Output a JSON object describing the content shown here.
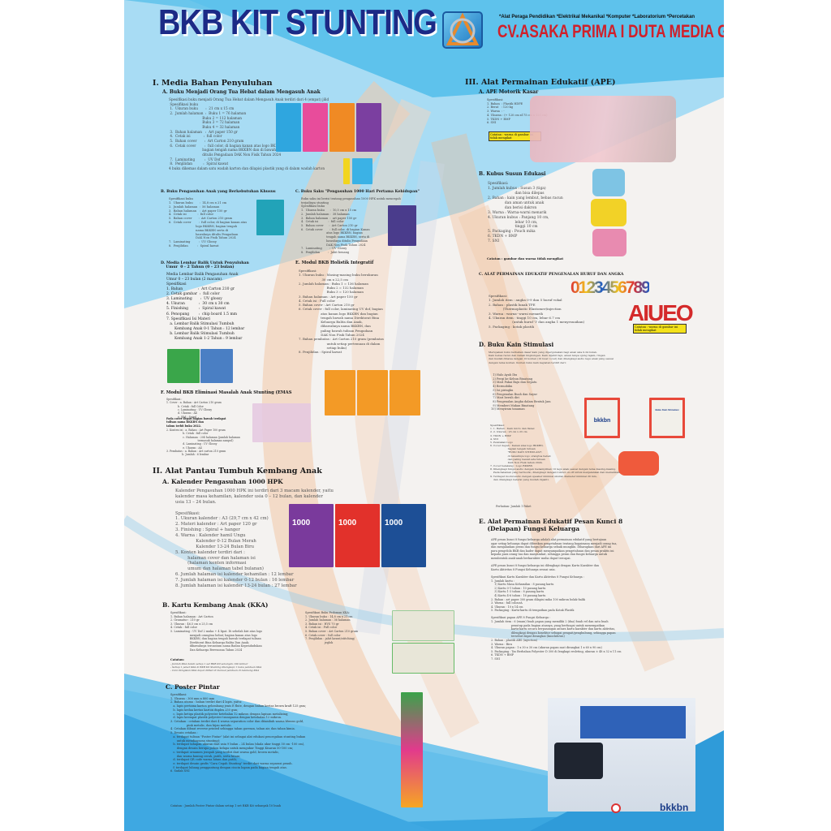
{
  "header": {
    "title": "BKB KIT STUNTING",
    "tagline": "*Alat Peraga Pendidikan *Elektrikal Mekanikal *Komputer *Laboratorium *Percetakan",
    "company": "CV.ASAKA PRIMA I DUTA MEDIA GROUP"
  },
  "s1": {
    "heading": "I. Media Bahan Penyuluhan",
    "a": {
      "heading": "A. Buku Menjadi Orang Tua Hebat dalam Mengasuh Anak",
      "body": "Spesifikasi buku menjadi Orang Tua Hebat dalam Mengasuh Anak terdiri dari 4 (empat) jilid\n Spesifikasi buku\n 1.  Ukuran buku       :  21 cm x 15 cm\n 2.  Jumlah halaman  :  Buku 1 = 76 halaman\n                               Buku 2 = 112 halaman\n                               Buku 3 = 72 halaman\n                               Buku 4 = 32 halaman\n 3.  Bahan halaman   :  Art paper 150 gr\n 4.  Cetak isi            :  full color\n 5.  Bahan cover       :  Art Carton 210 gram\n 6.  Cetak cover        :  full color, di bagian kanan atas logo BKKBN,\n                               bagian tengah nama BKKBN dan di bawahnya\n                               ditulis Pengadaan DAK Non Fisik Tahun 2024\n 7.  Laminating         :  UV Dof\n 8.  Penjilidan          :  Spiral kawat\n4 buku dikemas dalam satu wadah karton dan dilapisi plastik yang di dalam wadah karton"
    },
    "b": {
      "heading": "B. Buku Pengasuhan Anak yang Berkebutuhan Khusus",
      "body": "Spesifikasi buku\n1.  Ukuran buku       :  14,8 cm x 21 cm\n2.  Jumlah halaman  :  56 halaman\n3.  Bahan halaman   :  Art paper 150 gr\n4.  Cetak isi            :  full color\n5.  Bahan cover       :  Art Carton 210 gram\n6.  Cetak cover        :  full color, di bagian kanan atas\n                             logo BKKBN, bagian tengah\n                             nama BKKBN serta di\n                             bawahnya ditulis Pengadaan\n                             DAK Non Fisik Tahun 2024\n7.  Laminating         :  UV Glossy\n8.  Penjilidan          :  Spiral kawat"
    },
    "c": {
      "heading": "C. Buku Saku \"Pengasuhan 1000 Hari Pertama Kehidupan\"",
      "body": "Buku saku ini berisi tentang pengasuhan 1000 HPK untuk mencegah\nterjadinya stunting\nSpesifikasi buku\n1.  Ukuran buku      :  10,5 cm x 15 cm\n2.  Jumlah halaman :  38 halaman\n3.  Bahan halaman  :  art paper 150 gr\n4.  Cetak isi           :  full color\n5.  Bahan cover      :  Art Carton 210 gr\n6.  Cetak cover       :  full color, di bagian Kanan\n                            atas logo BKKBN, bagian\n                            tengah nama BKKBN, serta di\n                            bawahnya ditulis Pengadaan\n                            DAK Non Fisik Tahun 2024\n7.  Laminating        :  UV Glossy\n8.  Penjilidan         :  Jahit benang"
    },
    "d": {
      "heading": "D. Media Lembar Balik Untuk Penyuluhan\n    Umur  0 - 2 Tahun (0 – 23 bulan)",
      "body": "Media Lembar Balik Pengasuhan Anak\nUmur 0 – 23 bulan (2 macam).\nSpesifikasi\n1. Bahan             :  Art Carton 210 gr\n2. Cetak gambar  :  full color\n3. Laminating       :  UV glossy\n4. Ukuran            :  30 cm x 30 cm\n5. Finishing         :  Spiral kawat\n6. Penopang        :  chip board 1.5 mm\n7. Spesifikasi Isi Materi\n   a. Lembar Balik Stimulasi Tumbuh\n       Kembang Anak 0-1 Tahun : 12 lembar\n   b. Lembar Balik Stimulasi Tumbuh\n       Kembang Anak 1-2 Tahun : 9 lembar"
    },
    "e": {
      "heading": "E. Modul BKB Holistik Integratif",
      "body": "Spesifikasi:\n1. Ukuran buku : Masing-masing buku berukuran\n                       30 cm x 22,5 cm\n2. Jumlah halaman : Buku 1 = 136 halaman\n                            Buku 2 = 132 halaman\n                            Buku 3 = 120 halaman\n3. Bahan halaman : Art paper 150 gr\n4. Cetak isi : Full color\n5. Bahan cover : Art Carton 210 gr\n6. Cetak cover : full color, laminating UV dof, bagian\n                      atas kanan logo BKKBN dan bagian\n                      tengah bawah nama Direktorat Bina\n                      Keluarga Balita dan Anak,\n                      dibawahnya nama BKKBN, dan\n                      paling bawah tulisan Pengadaan\n                      DAK Non Fisik Tahun 2024\n7. Bahan pembatas : Art Carton 210 gram (pembatas\n                            untuk setiap pertemuan di dalam\n                            setiap buku)\n8. Penjilidan : Spiral kawat"
    },
    "f": {
      "heading": "F. Modul BKB Eliminasi Masalah Anak Stunting (EMAS",
      "body": "Spesifikasi :\n1. Cover : a. Bahan : Art Carton 210 gram\n              b. Cetak : full Color\n              c. Laminating : UV Glossy\n              d. Ukuran : A4\n              e. Jilid : Spiral",
      "bold": "Pada cover depan bagian bawah terdapat\ntulisan nama BKKBN dan\ntahun terbit buku 2022.",
      "body2": "2. Konten isi : a. Bahan : Art Paper 100 gram\n                    b. Cetak : full color\n                    c. Halaman : 204 halaman (jumlah halaman\n                                      termasuk halaman sampul)\n                    d. Laminating : UV Glossy\n                    e. Ukuran : A4\n3. Pembatas : a. Bahan : Art carton 210 gram\n                   b. Jumlah : 6 lembar"
    }
  },
  "s2": {
    "heading": "II. Alat Pantau Tumbuh Kembang Anak",
    "a": {
      "heading": "A.  Kalender  Pengasuhan  1000  HPK",
      "body": "Kalender Pengasuhan 1000 HPK ini terdiri dari 3 macam kalender, yaitu\nkalender masa kehamilan, kalender usia 0 – 12 bulan, dan kalender\nusia 13 – 24 bulan.\n\nSpesifikasi:\n1. Ukuran kalender : A3 (29,7 cm x 42 cm)\n2. Materi kalender : Art paper 120 gr\n3. Finishing : Spiral + hanger\n4. Warna : Kalender hamil Ungu\n               Kalender 0-12 Bulan Merah\n               Kalender 13-24 Bulan Biru\n5. Konten kalender terdiri dari :\n         halaman cover dan halaman isi\n         (halaman konten informasi\n         umum dan halaman tabel bulanan)\n6. Jumlah halaman isi kalender kehamilan : 12 lembar\n7. Jumlah halaman isi kalender 0-12 bulan : 16 lembar\n8. Jumlah halaman isi kalender 13-24 bulan : 27 lembar",
      "cal_label": "1000"
    },
    "b": {
      "heading": "B. Kartu Kembang Anak (KKA)",
      "body": "Spesifikasi:\n1. Bahan halaman : Art Carton\n2. Gramatur : 210 gr\n3. Ukuran : 46,5 cm x 25,5 cm\n4. Cetak : full color\n5. Laminating : UV Dof 2 muka + 4 lipat. Di sebelah kiri atas logo\n                      menjadi orangtua hebat; bagian kanan atas logo\n                      BKKBN, dan bagian tengah bawah terdapat tulisan\n                      Direktorat Bina Keluarga Balita Dan Anak;\n                      dibawahnya tercantum nama Badan Kependudukan\n                      Dan Keluarga Berencana Tahun 2024",
      "note_title": "Catatan:",
      "notes": "- Jumlah KKA dalam setiap 1 set BKB Kit sebanyak 100 lembar\n- Setiap 1 paket KKA di BKB Kit Stunting dilengkapi 1 buku panduan KKA\n- Cara Pengisian KKA dapat dilihat di manual panduan di belakang KKA",
      "body2": "Spesifikasi Buku Pedoman KKA:\n1. Ukuran buku : 14,8 cm x 21 cm\n2. Jumlah halaman : 36 halaman\n3. Bahan isi : HVS 70 gr\n4. Cetak isi : Full color\n5. Bahan cover : Art Carton 210 gram\n6. Cetak cover : full color\n7. Penjilidan : jahit kawat/stitching/\n                      jeglok"
    },
    "c": {
      "heading": "C. Poster Pintar",
      "body": "Spesifikasi:\n1. Ukuran : 300 mm x 800 mm\n2. Bahan utama : bahan terdiri dari 4 lapis, yaitu:\n   a. lapis pertama karton gelombang jenis E flute, dengan bahan kertas brown kraft 125 gsm;\n   b. lapis kedua kertas karton duplex 250 gsm;\n   c. lapis ketiga plastik polyester ketebalan 12 mikron dengan lapisan metalizing;\n   d. lapis keempat plastik polyester transparan dengan ketebalan 12 mikron.\n3. Cetakan : cetakan terdiri dari 4 warna separation color dan ditambah warna khusus gold,\n                  pink metalic, dan hijau metalic.\n4. Cetakan dibuat reverse printed sehingga tahan goresan, tahan air, dan tahan kimia.\n5. Desain cetakan :\n   a. terdapat tulisan \"Poster Pintar\" (alat ini sebagai alat edukasi pencegahan stunting bukan\n       untuk mendiagnosa stunting);\n   b. terdapat tahapan ukuran dari usia 9 bulan – 24 bulan (skala ukur tinggi 50 cm -100 cm),\n       dengan desain berupa pohon kelapa untuk mengukur Tinggi Kisaran 50-100 cm;\n   c. terdapat ornamen jerapah yang terdiri dari warna gold, brown metalic,\n       dan warna kuning cerah, putih, serta hitam;\n   d. terdapat QR code warna hitam dan putih;\n   e. terdapat desain grafis \"Cara Cegah Stunting\" terdiri dari warna separasi penuh.\n   f. terdapat lubang penggantung dengan cincin logam pada bagian tengah atas.\n6. Sudah SNI",
      "note": "Catatan : Jumlah Poster Pintar dalam setiap 1 set BKB Kit sebanyak 10 buah"
    }
  },
  "s3": {
    "heading": "III. Alat Permainan Edukatif (APE)",
    "a": {
      "heading": "A. APE Motorik Kasar",
      "body": "Spesifikasi:\n1. Bahan  : Plastik HDPE\n2. Berat   : 120 kg\n3. Warna  : -\n4. Ukuran : (+ 120 cm x175 cm x 125 cm)\n5. TKDN + BMP\n6. SNI",
      "note": "Catatan : warna di gambar ini tidak mengikat"
    },
    "b": {
      "heading": "B. Kubus Susun Edukasi",
      "body": "Spesifikasi:\n1. Jumlah kubus : Susun 3 (tiga)\n                        dan bisa dilepas\n2. Bahan : kain yang lembut, bebas racun\n               dan aman untuk anak\n               dan berisi dakron\n3. Warna : Warna-warni menarik\n4. Ukuran kubus : Panjang 10 cm,\n                        lebar 10 cm,\n                        tinggi 10 cm\n5. Packaging : Pouch mika\n6. TKDN + BMP\n7. SNI",
      "note": "Catatan : gambar dan warna tidak mengikat"
    },
    "c": {
      "heading": "C. ALAT PERMAINAN EDUKATIF PENGENALAN HURUF DAN ANGKA",
      "digits": "0123456789",
      "vowels": "AIUEO",
      "body": "Spesifikasi:\n1. Jumlah item : angka 0-9 dan 5 huruf vokal\n2. Bahan : plastik lunak TPE\n              (Thermoplastic Elastomer)injection\n3. Warna : warna- warni menarik\n4. Ukuran item : tinggi 10 cm, lebar 6.7 cm\n                       (untuk huruf 'I' dan angka 1 menyesuaikan)\n5. Packaging : kotak plastik",
      "note": "Catatan : warna di gambar ini tidak mengikat"
    },
    "d": {
      "heading": "D. Buku Kain Stimulasi",
      "intro": "Merupakan buku berbahan dasar kain yang dipergunakan bagi anak usia 0-24 bulan.\nKain bebas racun dan ramah lingkungan. Kain dijahit rapi, aman tanpa ujung tajam, ringan\ndan mudah dibawa dengan 10 konten (10 buar cover) dan dilengkapi audio lagu anak yang sesuai\ndengan tema konten. Konten buku kain kegiatan terdiri dari:",
      "list": "  1) Halo Ayah Ibu\n  2) Pergi ke Kebun Binatang\n  3) Mari Pakai Baju dan Sepatu\n  4) Bermobiku\n  5) Isi piringku\n  6) Pengenalan Buah dan Sayur\n  7) Mari bersih diri\n  8) Pengenalan Angka dalam Bentuk Jam\n  9) Memberi Makan Binatang\n10) Menyiram tanaman",
      "body": "Spesifikasi:\n1. 1. Bahan : Kain micro dan flanel\n2. 2. Ukuran : 23 cm x 23 cm\n3. TKDN + BMP\n4. SNI\n5. Peletakan Logo\n6. Cover depan : Kanan atas logo BKKBN,\n                      bagian tengah tulisan\n                      \"BUKU KAIN STIMULASI\";\n                      di bawahnya logo orangtua hebat;\n                      dan paling bawah ada tulisan\n                      DAK Non Fisik tahun 2024.\n7. Cover belakang : Logo BKKBN\n8. Dilengkapi fungsi audio dengan menampilkan 10 lagu anak sesuai dengan tema masing-masing.\n    Pada halaman yang bermodio, dilengkapi dengan tombol on-off untuk menjalankan dan mematikan audio.\n9. Terdapat modul audio dengan speaker minimal ukuran diameter minimal 20 mm,\n    dan dilengkapi baterai yang mudah diganti.",
      "note": "Perhatian: Jumlah 1 Paket",
      "bag_logo": "bkkbn",
      "bag_title": "Buku Kain Stimulasi"
    },
    "e": {
      "heading": "E. Alat Permainan Edukatif Pesan Kunci 8\n    (Delapan) Fungsi Keluarga",
      "body": "APE pesan kunci 8 fungsi keluarga adalah alat permainan edukatif yang bertujuan\nagar setiap keluarga dapat diberikan pengetahuan tentang bagaimana menjadi orang tua,\ndan menjalankan peran dan fungsi keluarga sebaik mungkin. Diharapkan dari APE ini\npara pengelola BKB dan kader dapat menyampaikan pengetahuan dan pesan praktis ini\nkepada para orang tua dan masyarakat, sehingga peran dan fungsi keluarga untuk\nmembentuk anak-anak berkarakter mulia dapat tercapai.\n\nAPE pesan kunci 8 fungsi keluarga ini dilengkapi dengan Kartu Karakter dan\nKartu Aktivitas 8 Fungsi Keluarga sesuai usia.\n\nSpesifikasi Kartu Karakter dan Kartu Aktivitas 8 Fungsi Keluarga :\n1. Jumlah kartu :\n    1) Kartu Masa Kehamilan : 8 pasang kartu\n    2) Kartu 0-1 tahun : 10 pasang kartu\n    3) Kartu 1-3 tahun : 8 pasang kartu\n    4) Kartu 4-6 tahun : 16 pasang kartu\n2. Bahan : art paper 300 gram dilapisi mika 100 mikron bolak-balik\n3. Warna : full colourA\n4. Ukuran : 10 x 14 cm\n5. Packaging : Kartu-kartu di tempatkan pada Kotak Plastik\n\nSpesifikasi papan APE 8 Fungsi Keluarga :\n1. Jumlah item : 6 (enam) buah papan yang memiliki 2 (dua) buah rel dan satu buah\n                       penutup pada bagian atasnya, yang berfungsi untuk menempatkan\n                       kartu-kartu secara berpasangan antara kartu karakter dan kartu aktivitas,\n                       dilengkapi dengan konektor sebagai pengait/penghubung, sehingga papan\n                       tersebut dapat dirangkai (knockdown)\n2. Bahan : plastik ABS (injection)\n3. Warna : Biru\n4. Ukuran papan : 1 x 30 x 30 cm (ukuran papan saat dirangkai 1 x 60 x 90 cm)\n5. Packaging : Tas Berbahan Polyester D 300 di lengkapi resleting, ukuran ± 48 x 32 x 11 cm\n6. TKDN + BMP\n7. SNI"
    }
  },
  "footer": {
    "logo": "bkkbn"
  }
}
